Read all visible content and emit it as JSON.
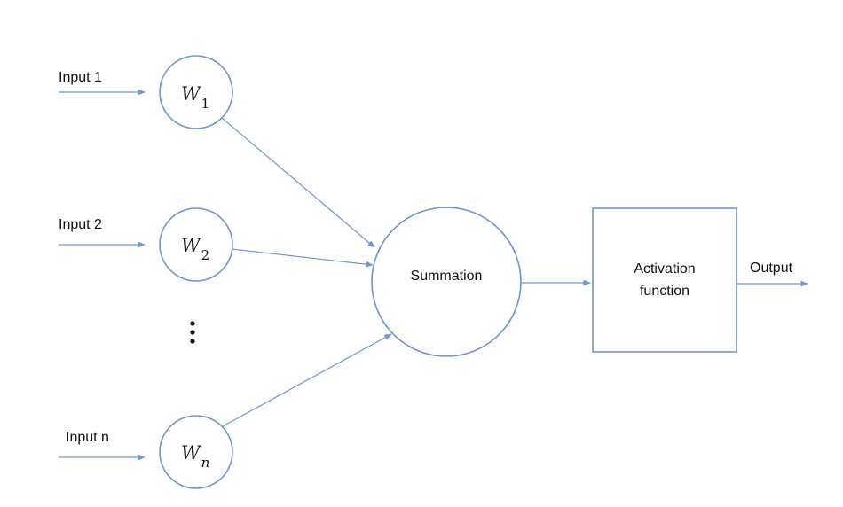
{
  "diagram": {
    "inputs": [
      {
        "label": "Input 1",
        "weight_symbol": "W",
        "weight_subscript": "1"
      },
      {
        "label": "Input 2",
        "weight_symbol": "W",
        "weight_subscript": "2"
      },
      {
        "label": "Input n",
        "weight_symbol": "W",
        "weight_subscript": "n"
      }
    ],
    "summation_label": "Summation",
    "activation_label_line1": "Activation",
    "activation_label_line2": "function",
    "output_label": "Output",
    "colors": {
      "stroke": "#6f96d1",
      "text": "#111111",
      "background": "#ffffff"
    }
  }
}
